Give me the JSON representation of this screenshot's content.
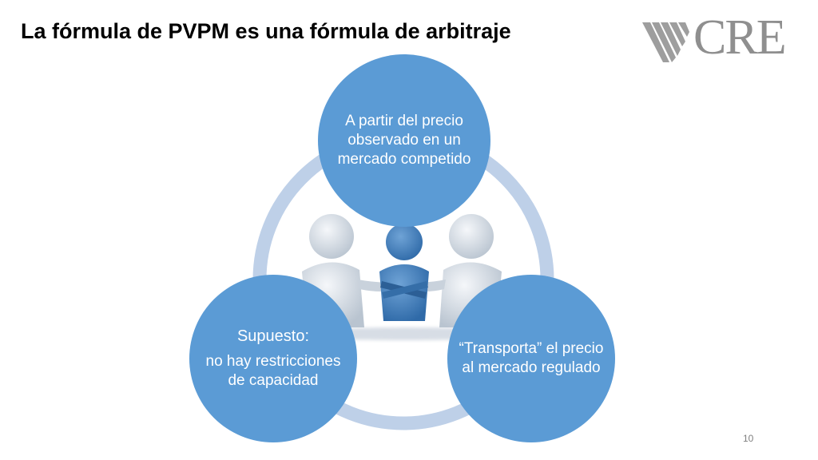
{
  "slide": {
    "title": "La fórmula de PVPM es una fórmula de arbitraje",
    "page_number": "10"
  },
  "logo": {
    "text": "CRE",
    "icon": "cre-stripes-logo-icon",
    "color": "#8f8f8f"
  },
  "diagram": {
    "nodes": [
      {
        "text": "A partir del precio observado en un mercado competido"
      },
      {
        "title": "Supuesto:",
        "text": "no hay restricciones de capacidad"
      },
      {
        "text": "“Transporta” el precio al mercado regulado"
      }
    ],
    "center_image": "people-handshake-icon",
    "colors": {
      "node": "#5b9bd5",
      "ring": "#bed0e8"
    }
  }
}
